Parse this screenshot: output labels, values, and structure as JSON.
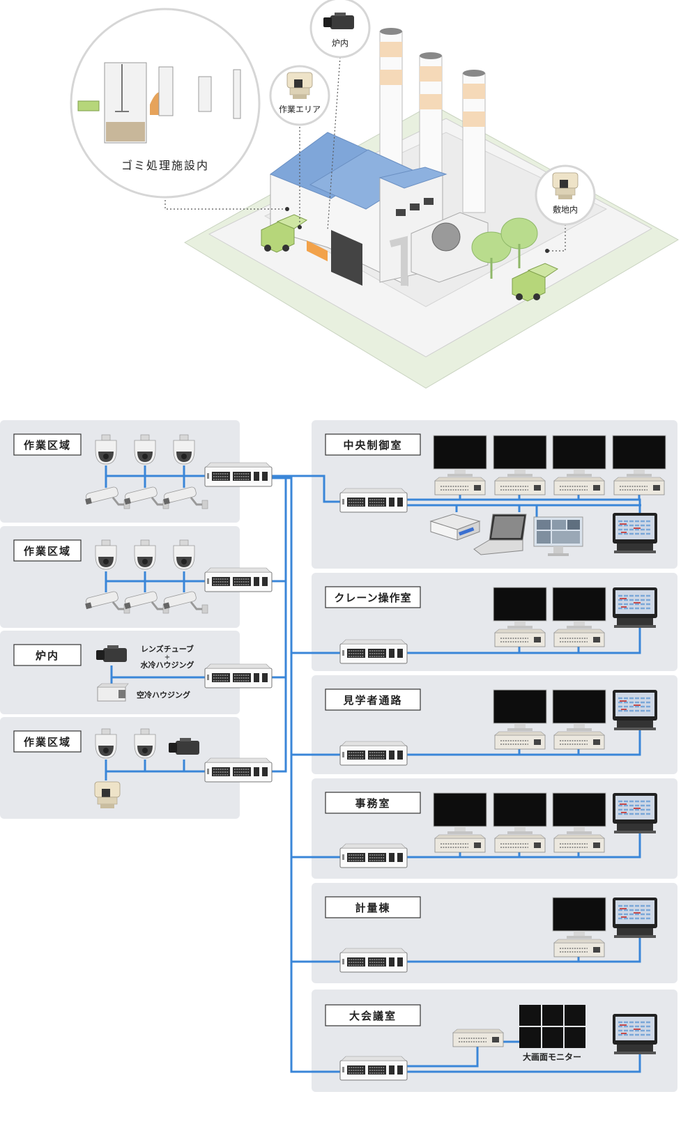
{
  "facility": {
    "bubble_label": "ゴミ処理施設内",
    "callouts": {
      "furnace": "炉内",
      "work_area": "作業エリア",
      "premises": "敷地内"
    }
  },
  "network": {
    "camera_zones": [
      {
        "label": "作業区域"
      },
      {
        "label": "作業区域"
      },
      {
        "label": "炉内",
        "annotations": {
          "lens_tube": "レンズチューブ",
          "plus": "+",
          "water_cooled": "水冷ハウジング",
          "air_cooled": "空冷ハウジング"
        }
      },
      {
        "label": "作業区域"
      }
    ],
    "rooms": [
      {
        "label": "中央制御室"
      },
      {
        "label": "クレーン操作室"
      },
      {
        "label": "見学者通路"
      },
      {
        "label": "事務室"
      },
      {
        "label": "計量棟"
      },
      {
        "label": "大会議室",
        "large_monitor_label": "大画面モニター"
      }
    ]
  },
  "colors": {
    "cable": "#3a86d8",
    "panel_bg": "#e6e8ec",
    "ground": "#e8f0df",
    "road": "#f2f2f2",
    "chimney_band": "#f5d9b8",
    "truck": "#b6d67a",
    "roof": "#7fa6d9"
  }
}
